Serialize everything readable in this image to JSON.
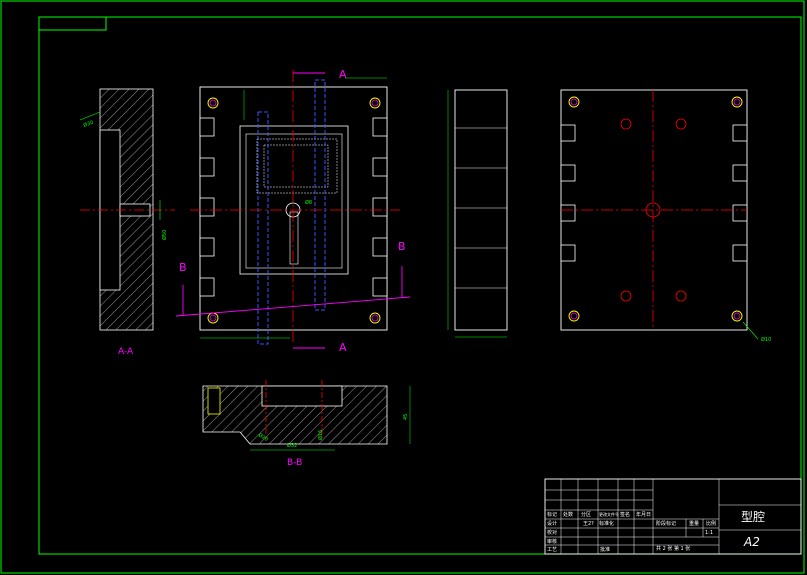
{
  "colors": {
    "background": "#000000",
    "frame": "#00ff00",
    "outline": "#ffffff",
    "centerline": "#ff0000",
    "section_mark": "#ff00ff",
    "hidden_line": "#3355ff",
    "hatch": "#ffffff",
    "dimension": "#00ff00",
    "hole_marker": "#ffff00"
  },
  "section_labels": {
    "a_top": "A",
    "a_bottom": "A",
    "b_left": "B",
    "b_right": "B",
    "view_aa": "A-A",
    "view_bb": "B-B"
  },
  "leader_labels": {
    "aa_top": "Ø30",
    "aa_side": "Ø50",
    "bb_inner": "Ø20",
    "bb_bottom": "Ø32",
    "bb_stem": "Ø16",
    "bb_height": "45",
    "plan_corner": "Ø10",
    "center_mark": "Ø8"
  },
  "title_block": {
    "part_name": "型腔",
    "sheet_size": "A2",
    "designer_row": [
      "设计",
      "王2?",
      "标准化"
    ],
    "header_row": [
      "标记",
      "处数",
      "分区",
      "更改文件号",
      "签名",
      "年月日"
    ],
    "rows": [
      "校对",
      "审核",
      "工艺",
      "批准"
    ],
    "stage_label": "阶段标记",
    "weight_label": "重量",
    "scale_label": "比例",
    "scale_value": "1:1",
    "sheets": "共 2 张 第 1 张"
  }
}
